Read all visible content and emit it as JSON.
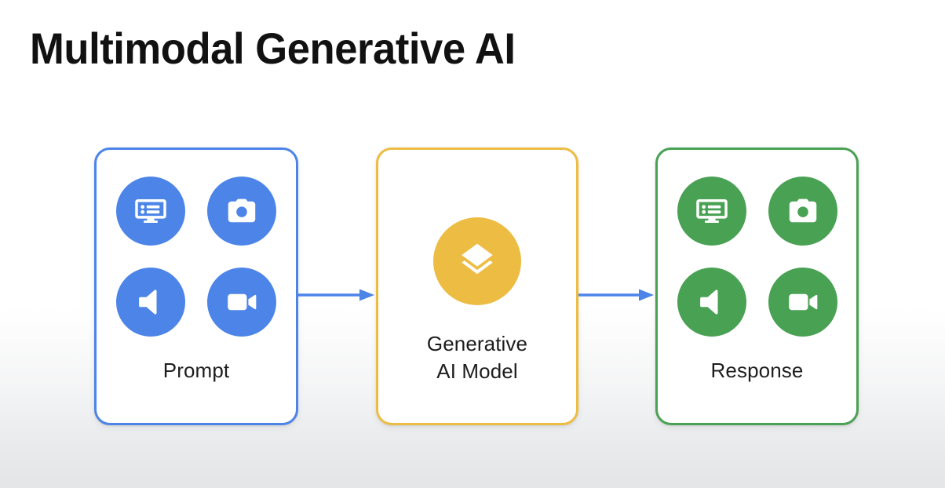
{
  "slide": {
    "title": "Multimodal Generative AI",
    "background_color": "#ffffff",
    "title_color": "#111111"
  },
  "colors": {
    "blue": "#4C84E8",
    "amber": "#EDBC42",
    "green": "#49A153",
    "arrow": "#4C84E8",
    "card_background": "#ffffff",
    "label_text": "#1d1d1d"
  },
  "diagram": {
    "type": "flow",
    "direction": "left-to-right",
    "cards": [
      {
        "id": "prompt",
        "label": "Prompt",
        "accent_color": "#4C84E8",
        "icon_style": "filled-circle",
        "icons": [
          {
            "name": "text-snippet-icon",
            "label": "Text"
          },
          {
            "name": "camera-icon",
            "label": "Image"
          },
          {
            "name": "speaker-icon",
            "label": "Audio"
          },
          {
            "name": "video-camera-icon",
            "label": "Video"
          }
        ]
      },
      {
        "id": "model",
        "label_line_1": "Generative",
        "label_line_2": "AI Model",
        "accent_color": "#EDBC42",
        "icon_style": "filled-circle",
        "icons": [
          {
            "name": "layers-icon",
            "label": "Model"
          }
        ]
      },
      {
        "id": "response",
        "label": "Response",
        "accent_color": "#49A153",
        "icon_style": "filled-circle",
        "icons": [
          {
            "name": "text-snippet-icon",
            "label": "Text"
          },
          {
            "name": "camera-icon",
            "label": "Image"
          },
          {
            "name": "speaker-icon",
            "label": "Audio"
          },
          {
            "name": "video-camera-icon",
            "label": "Video"
          }
        ]
      }
    ],
    "arrows": [
      {
        "id": "arrow-prompt-to-model",
        "from": "prompt",
        "to": "model",
        "color": "#4C84E8"
      },
      {
        "id": "arrow-model-to-response",
        "from": "model",
        "to": "response",
        "color": "#4C84E8"
      }
    ]
  }
}
